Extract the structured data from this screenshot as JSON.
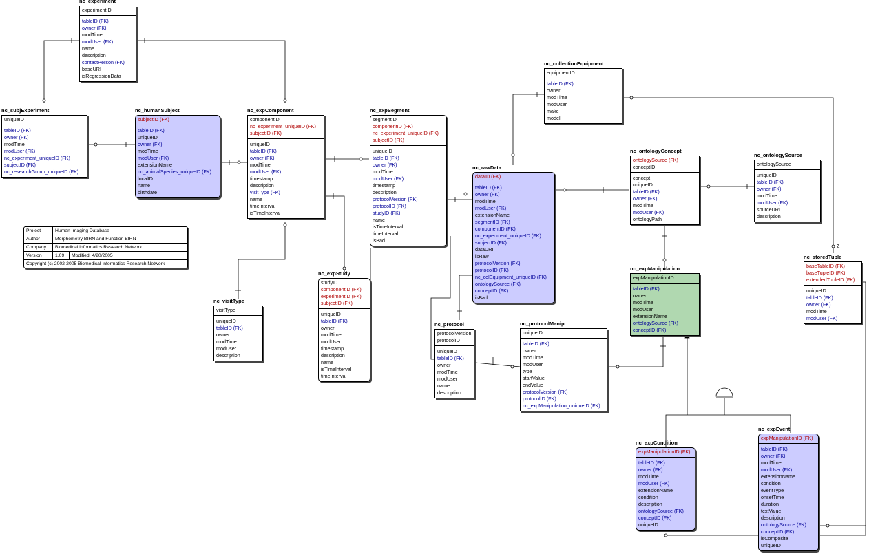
{
  "info": {
    "project_label": "Project",
    "project": "Human Imaging Database",
    "author_label": "Author",
    "author": "Morphometry BIRN and Function BIRN",
    "company_label": "Company",
    "company": "Biomedical Informatics Research Network",
    "version_label": "Version",
    "version": "1.09",
    "modified": "Modified:  4/20/2005",
    "copyright": "Copyright (c)  2002-2005 Biomedical Informatics Research Network"
  },
  "labels": {
    "z_marker": "Z"
  },
  "entities": [
    {
      "id": "nc_experiment",
      "name": "nc_experiment",
      "style": "white",
      "pk": [
        [
          "experimentID",
          "plain"
        ]
      ],
      "attrs": [
        [
          "tableID (FK)",
          "fk"
        ],
        [
          "owner (FK)",
          "fk"
        ],
        [
          "modTime",
          "plain"
        ],
        [
          "modUser (FK)",
          "fk"
        ],
        [
          "name",
          "plain"
        ],
        [
          "description",
          "plain"
        ],
        [
          "contactPerson (FK)",
          "fk"
        ],
        [
          "baseURI",
          "plain"
        ],
        [
          "isRegressionData",
          "plain"
        ]
      ]
    },
    {
      "id": "nc_subjExperiment",
      "name": "nc_subjExperiment",
      "style": "white",
      "pk": [
        [
          "uniqueID",
          "plain"
        ]
      ],
      "attrs": [
        [
          "tableID (FK)",
          "fk"
        ],
        [
          "owner (FK)",
          "fk"
        ],
        [
          "modTime",
          "plain"
        ],
        [
          "modUser (FK)",
          "fk"
        ],
        [
          "nc_experiment_uniqueID (FK)",
          "fk"
        ],
        [
          "subjectID (FK)",
          "fk"
        ],
        [
          "nc_researchGroup_uniqueID (FK)",
          "fk"
        ]
      ]
    },
    {
      "id": "nc_humanSubject",
      "name": "nc_humanSubject",
      "style": "blue",
      "pk": [
        [
          "subjectID (FK)",
          "pkfk"
        ]
      ],
      "attrs": [
        [
          "tableID (FK)",
          "fk"
        ],
        [
          "uniqueID",
          "plain"
        ],
        [
          "owner (FK)",
          "fk"
        ],
        [
          "modTime",
          "plain"
        ],
        [
          "modUser (FK)",
          "fk"
        ],
        [
          "extensionName",
          "plain"
        ],
        [
          "nc_animalSpecies_uniqueID (FK)",
          "fk"
        ],
        [
          "localID",
          "plain"
        ],
        [
          "name",
          "plain"
        ],
        [
          "birthdate",
          "plain"
        ]
      ]
    },
    {
      "id": "nc_expComponent",
      "name": "nc_expComponent",
      "style": "white",
      "pk": [
        [
          "componentID",
          "plain"
        ],
        [
          "nc_experiment_uniqueID (FK)",
          "pkfk"
        ],
        [
          "subjectID (FK)",
          "pkfk"
        ]
      ],
      "attrs": [
        [
          "uniqueID",
          "plain"
        ],
        [
          "tableID (FK)",
          "fk"
        ],
        [
          "owner (FK)",
          "fk"
        ],
        [
          "modTime",
          "plain"
        ],
        [
          "modUser (FK)",
          "fk"
        ],
        [
          "timestamp",
          "plain"
        ],
        [
          "description",
          "plain"
        ],
        [
          "visitType (FK)",
          "fk"
        ],
        [
          "name",
          "plain"
        ],
        [
          "timeInterval",
          "plain"
        ],
        [
          "isTimeInterval",
          "plain"
        ]
      ]
    },
    {
      "id": "nc_expSegment",
      "name": "nc_expSegment",
      "style": "white",
      "pk": [
        [
          "segmentID",
          "plain"
        ],
        [
          "componentID (FK)",
          "pkfk"
        ],
        [
          "nc_experiment_uniqueID (FK)",
          "pkfk"
        ],
        [
          "subjectID (FK)",
          "pkfk"
        ]
      ],
      "attrs": [
        [
          "uniqueID",
          "plain"
        ],
        [
          "tableID (FK)",
          "fk"
        ],
        [
          "owner (FK)",
          "fk"
        ],
        [
          "modTime",
          "plain"
        ],
        [
          "modUser (FK)",
          "fk"
        ],
        [
          "timestamp",
          "plain"
        ],
        [
          "description",
          "plain"
        ],
        [
          "protocolVersion (FK)",
          "fk"
        ],
        [
          "protocolID (FK)",
          "fk"
        ],
        [
          "studyID (FK)",
          "fk"
        ],
        [
          "name",
          "plain"
        ],
        [
          "isTimeInterval",
          "plain"
        ],
        [
          "timeInterval",
          "plain"
        ],
        [
          "isBad",
          "plain"
        ]
      ]
    },
    {
      "id": "nc_visitType",
      "name": "nc_visitType",
      "style": "white",
      "pk": [
        [
          "visitType",
          "plain"
        ]
      ],
      "attrs": [
        [
          "uniqueID",
          "plain"
        ],
        [
          "tableID (FK)",
          "fk"
        ],
        [
          "owner",
          "plain"
        ],
        [
          "modTime",
          "plain"
        ],
        [
          "modUser",
          "plain"
        ],
        [
          "description",
          "plain"
        ]
      ]
    },
    {
      "id": "nc_expStudy",
      "name": "nc_expStudy",
      "style": "white",
      "pk": [
        [
          "studyID",
          "plain"
        ],
        [
          "componentID (FK)",
          "pkfk"
        ],
        [
          "experimentID (FK)",
          "pkfk"
        ],
        [
          "subjectID (FK)",
          "pkfk"
        ]
      ],
      "attrs": [
        [
          "uniqueID",
          "plain"
        ],
        [
          "tableID (FK)",
          "fk"
        ],
        [
          "owner",
          "plain"
        ],
        [
          "modTime",
          "plain"
        ],
        [
          "modUser",
          "plain"
        ],
        [
          "timestamp",
          "plain"
        ],
        [
          "description",
          "plain"
        ],
        [
          "name",
          "plain"
        ],
        [
          "isTimeInterval",
          "plain"
        ],
        [
          "timeInterval",
          "plain"
        ]
      ]
    },
    {
      "id": "nc_rawData",
      "name": "nc_rawData",
      "style": "blue",
      "pk": [
        [
          "dataID (FK)",
          "pkfk"
        ]
      ],
      "attrs": [
        [
          "tableID (FK)",
          "fk"
        ],
        [
          "owner (FK)",
          "fk"
        ],
        [
          "modTime",
          "plain"
        ],
        [
          "modUser (FK)",
          "fk"
        ],
        [
          "extensionName",
          "plain"
        ],
        [
          "segmentID (FK)",
          "fk"
        ],
        [
          "componentID (FK)",
          "fk"
        ],
        [
          "nc_experiment_uniqueID (FK)",
          "fk"
        ],
        [
          "subjectID (FK)",
          "fk"
        ],
        [
          "dataURI",
          "plain"
        ],
        [
          "isRaw",
          "plain"
        ],
        [
          "protocolVersion (FK)",
          "fk"
        ],
        [
          "protocolID (FK)",
          "fk"
        ],
        [
          "nc_colEquipment_uniqueID (FK)",
          "fk"
        ],
        [
          "ontologySource (FK)",
          "fk"
        ],
        [
          "conceptID (FK)",
          "fk"
        ],
        [
          "isBad",
          "plain"
        ]
      ]
    },
    {
      "id": "nc_collectionEquipment",
      "name": "nc_collectionEquipment",
      "style": "white",
      "pk": [
        [
          "equipmentID",
          "plain"
        ]
      ],
      "attrs": [
        [
          "tableID (FK)",
          "fk"
        ],
        [
          "owner",
          "plain"
        ],
        [
          "modTime",
          "plain"
        ],
        [
          "modUser",
          "plain"
        ],
        [
          "make",
          "plain"
        ],
        [
          "model",
          "plain"
        ]
      ]
    },
    {
      "id": "nc_ontologyConcept",
      "name": "nc_ontologyConcept",
      "style": "white",
      "pk": [
        [
          "ontologySource (FK)",
          "pkfk"
        ],
        [
          "conceptID",
          "plain"
        ]
      ],
      "attrs": [
        [
          "concept",
          "plain"
        ],
        [
          "uniqueID",
          "plain"
        ],
        [
          "tableID (FK)",
          "fk"
        ],
        [
          "owner (FK)",
          "fk"
        ],
        [
          "modTime",
          "plain"
        ],
        [
          "modUser (FK)",
          "fk"
        ],
        [
          "ontologyPath",
          "plain"
        ]
      ]
    },
    {
      "id": "nc_ontologySource",
      "name": "nc_ontologySource",
      "style": "white",
      "pk": [
        [
          "ontologySource",
          "plain"
        ]
      ],
      "attrs": [
        [
          "uniqueID",
          "plain"
        ],
        [
          "tableID (FK)",
          "fk"
        ],
        [
          "owner (FK)",
          "fk"
        ],
        [
          "modTime",
          "plain"
        ],
        [
          "modUser (FK)",
          "fk"
        ],
        [
          "sourceURI",
          "plain"
        ],
        [
          "description",
          "plain"
        ]
      ]
    },
    {
      "id": "nc_protocol",
      "name": "nc_protocol",
      "style": "white",
      "pk": [
        [
          "protocolVersion",
          "plain"
        ],
        [
          "protocolID",
          "plain"
        ]
      ],
      "attrs": [
        [
          "uniqueID",
          "plain"
        ],
        [
          "tableID (FK)",
          "fk"
        ],
        [
          "owner",
          "plain"
        ],
        [
          "modTime",
          "plain"
        ],
        [
          "modUser",
          "plain"
        ],
        [
          "name",
          "plain"
        ],
        [
          "description",
          "plain"
        ]
      ]
    },
    {
      "id": "nc_protocolManip",
      "name": "nc_protocolManip",
      "style": "white",
      "pk": [
        [
          "uniqueID",
          "plain"
        ]
      ],
      "attrs": [
        [
          "tableID (FK)",
          "fk"
        ],
        [
          "owner",
          "plain"
        ],
        [
          "modTime",
          "plain"
        ],
        [
          "modUser",
          "plain"
        ],
        [
          "type",
          "plain"
        ],
        [
          "startValue",
          "plain"
        ],
        [
          "endValue",
          "plain"
        ],
        [
          "protocolVersion (FK)",
          "fk"
        ],
        [
          "protocolID (FK)",
          "fk"
        ],
        [
          "nc_expManipulation_uniqueID (FK)",
          "fk"
        ]
      ]
    },
    {
      "id": "nc_expManipulation",
      "name": "nc_expManipulation",
      "style": "green",
      "pk": [
        [
          "expManipulationID",
          "plain"
        ]
      ],
      "attrs": [
        [
          "tableID (FK)",
          "fk"
        ],
        [
          "owner",
          "plain"
        ],
        [
          "modTime",
          "plain"
        ],
        [
          "modUser",
          "plain"
        ],
        [
          "extensionName",
          "plain"
        ],
        [
          "ontologySource (FK)",
          "fk"
        ],
        [
          "conceptID (FK)",
          "fk"
        ]
      ]
    },
    {
      "id": "nc_storedTuple",
      "name": "nc_storedTuple",
      "style": "white",
      "pk": [
        [
          "baseTableID (FK)",
          "pkfk"
        ],
        [
          "baseTupleID (FK)",
          "pkfk"
        ],
        [
          "extendedTupleID (FK)",
          "pkfk"
        ]
      ],
      "attrs": [
        [
          "uniqueID",
          "plain"
        ],
        [
          "tableID (FK)",
          "fk"
        ],
        [
          "owner (FK)",
          "fk"
        ],
        [
          "modTime",
          "plain"
        ],
        [
          "modUser (FK)",
          "fk"
        ]
      ]
    },
    {
      "id": "nc_expCondition",
      "name": "nc_expCondition",
      "style": "blue",
      "pk": [
        [
          "expManipulationID (FK)",
          "pkfk"
        ]
      ],
      "attrs": [
        [
          "tableID (FK)",
          "fk"
        ],
        [
          "owner (FK)",
          "fk"
        ],
        [
          "modTime",
          "plain"
        ],
        [
          "modUser (FK)",
          "fk"
        ],
        [
          "extensionName",
          "plain"
        ],
        [
          "condition",
          "plain"
        ],
        [
          "description",
          "plain"
        ],
        [
          "ontologySource (FK)",
          "fk"
        ],
        [
          "conceptID (FK)",
          "fk"
        ],
        [
          "uniqueID",
          "plain"
        ]
      ]
    },
    {
      "id": "nc_expEvent",
      "name": "nc_expEvent",
      "style": "blue",
      "pk": [
        [
          "expManipulationID (FK)",
          "pkfk"
        ]
      ],
      "attrs": [
        [
          "tableID (FK)",
          "fk"
        ],
        [
          "owner (FK)",
          "fk"
        ],
        [
          "modTime",
          "plain"
        ],
        [
          "modUser (FK)",
          "fk"
        ],
        [
          "extensionName",
          "plain"
        ],
        [
          "condition",
          "plain"
        ],
        [
          "eventType",
          "plain"
        ],
        [
          "onsetTime",
          "plain"
        ],
        [
          "duration",
          "plain"
        ],
        [
          "textValue",
          "plain"
        ],
        [
          "description",
          "plain"
        ],
        [
          "ontologySource (FK)",
          "fk"
        ],
        [
          "conceptID (FK)",
          "fk"
        ],
        [
          "isComposite",
          "plain"
        ],
        [
          "uniqueID",
          "plain"
        ]
      ]
    }
  ]
}
